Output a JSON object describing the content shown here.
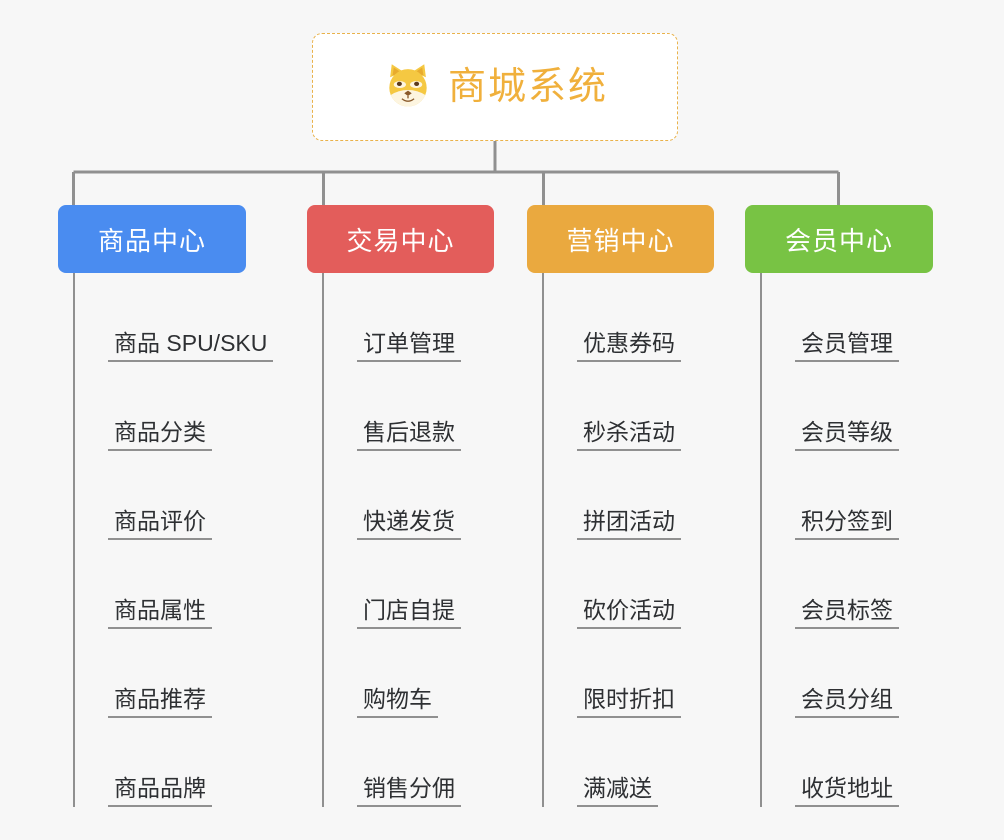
{
  "page": {
    "background_color": "#f7f7f7",
    "line_color": "#909090",
    "text_color": "#2e3033"
  },
  "root": {
    "title": "商城系统",
    "icon": "dog-face-icon",
    "title_color": "#f0b03c",
    "border_color": "#e9b24b",
    "background_color": "#ffffff"
  },
  "branches": [
    {
      "label": "商品中心",
      "color": "#4a8cf0",
      "items": [
        "商品 SPU/SKU",
        "商品分类",
        "商品评价",
        "商品属性",
        "商品推荐",
        "商品品牌"
      ]
    },
    {
      "label": "交易中心",
      "color": "#e35d5b",
      "items": [
        "订单管理",
        "售后退款",
        "快递发货",
        "门店自提",
        "购物车",
        "销售分佣"
      ]
    },
    {
      "label": "营销中心",
      "color": "#eaa93f",
      "items": [
        "优惠券码",
        "秒杀活动",
        "拼团活动",
        "砍价活动",
        "限时折扣",
        "满减送"
      ]
    },
    {
      "label": "会员中心",
      "color": "#78c344",
      "items": [
        "会员管理",
        "会员等级",
        "积分签到",
        "会员标签",
        "会员分组",
        "收货地址"
      ]
    }
  ]
}
